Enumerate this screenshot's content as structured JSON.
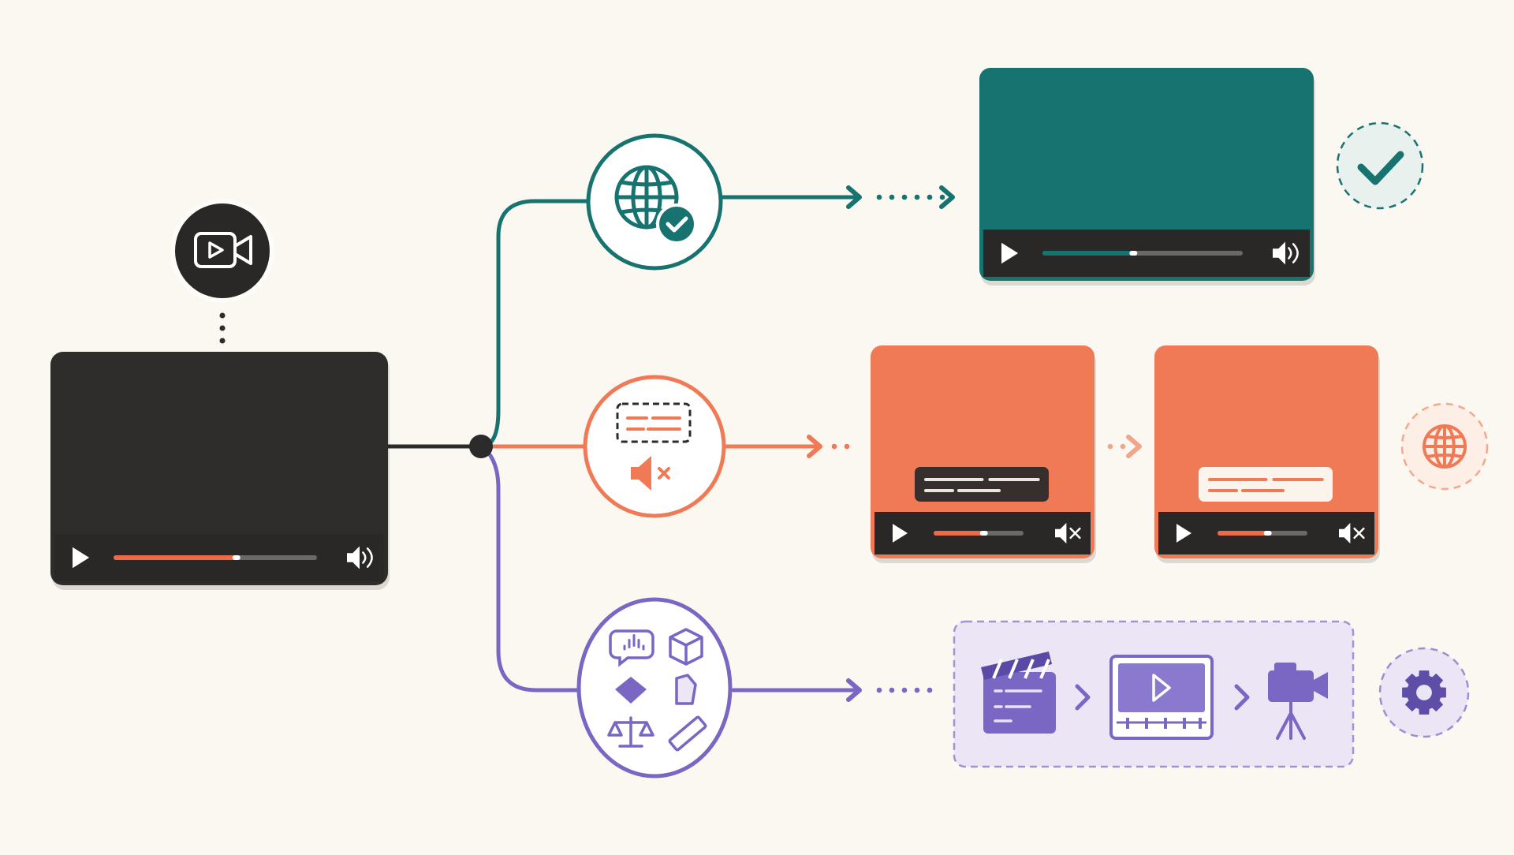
{
  "colors": {
    "background": "#fbf7f1",
    "dark": "#2b2b2b",
    "teal": "#17736f",
    "teal_light": "#e8f1ee",
    "orange": "#ef7a55",
    "orange_light": "#fdeee6",
    "purple": "#7a67c4",
    "purple_light": "#ebe5f6",
    "progress_red": "#ea6a4a"
  },
  "source": {
    "icon": "video-camera-icon",
    "player": {
      "progress": 0.6,
      "controls": [
        "play-icon",
        "volume-icon"
      ]
    }
  },
  "branches": [
    {
      "id": "verified",
      "color": "teal",
      "hub_icons": [
        "globe-icon",
        "check-badge-icon"
      ],
      "result": {
        "type": "video-player",
        "progress": 0.45,
        "controls": [
          "play-icon",
          "volume-icon"
        ]
      },
      "status_icon": "check-icon"
    },
    {
      "id": "muted-captions",
      "color": "orange",
      "hub_icons": [
        "caption-box-icon",
        "mute-icon"
      ],
      "results": [
        {
          "type": "video-player",
          "progress": 0.55,
          "caption_style": "dark",
          "controls": [
            "play-icon",
            "mute-icon"
          ]
        },
        {
          "type": "video-player",
          "progress": 0.55,
          "caption_style": "light",
          "controls": [
            "play-icon",
            "mute-icon"
          ]
        }
      ],
      "status_icon": "globe-icon"
    },
    {
      "id": "production",
      "color": "purple",
      "hub_icons": [
        "speech-audio-icon",
        "box-icon",
        "diamond-icon",
        "tag-icon",
        "scale-icon",
        "ruler-icon"
      ],
      "pipeline": [
        "clapperboard-icon",
        "chevron-right-icon",
        "video-editor-icon",
        "chevron-right-icon",
        "camera-tripod-icon"
      ],
      "status_icon": "gear-icon"
    }
  ]
}
